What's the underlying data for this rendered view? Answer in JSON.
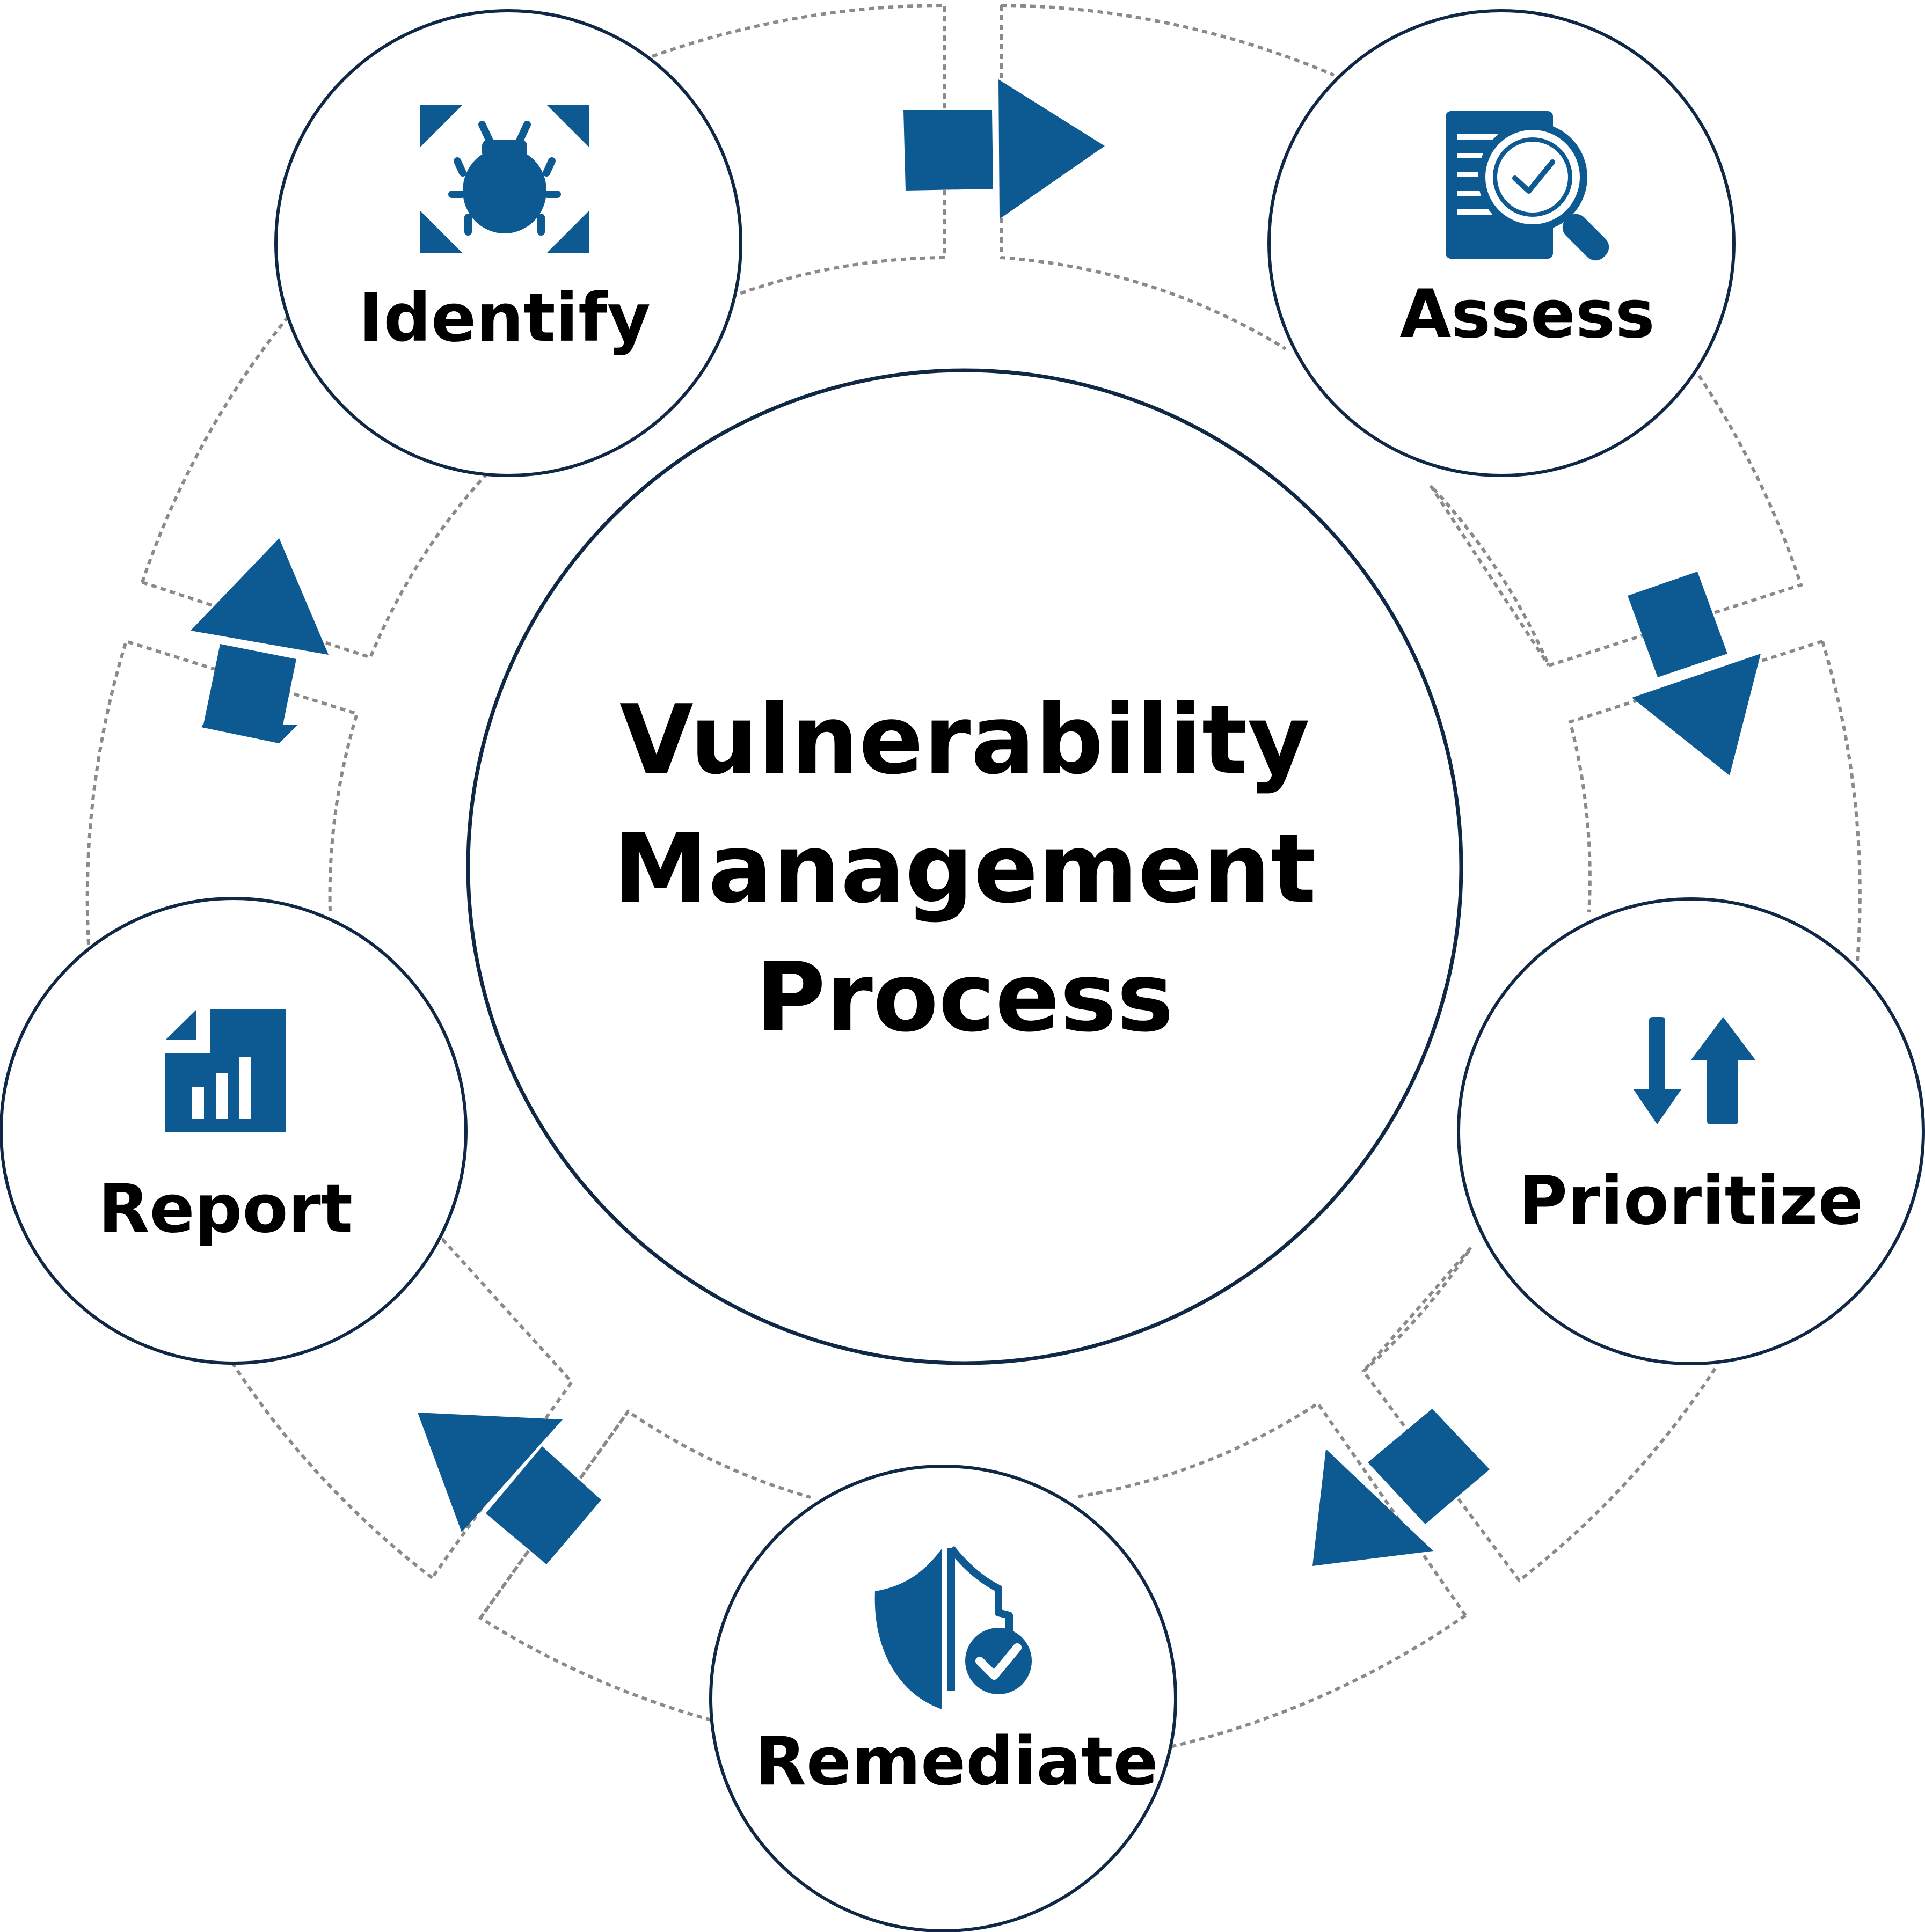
{
  "diagram": {
    "title_lines": [
      "Vulnerability",
      "Management",
      "Process"
    ],
    "steps": [
      {
        "id": "identify",
        "label": "Identify",
        "icon": "bug-icon"
      },
      {
        "id": "assess",
        "label": "Assess",
        "icon": "document-magnifier-check-icon"
      },
      {
        "id": "prioritize",
        "label": "Prioritize",
        "icon": "sort-arrows-icon"
      },
      {
        "id": "remediate",
        "label": "Remediate",
        "icon": "shield-check-icon"
      },
      {
        "id": "report",
        "label": "Report",
        "icon": "bar-chart-report-icon"
      }
    ],
    "flow": [
      "identify",
      "assess",
      "prioritize",
      "remediate",
      "report",
      "identify"
    ],
    "colors": {
      "accent": "#0d5a92",
      "circle_stroke": "#0f2846",
      "dashed_ring": "#8a8a8a",
      "text": "#000000",
      "background": "#ffffff"
    }
  }
}
